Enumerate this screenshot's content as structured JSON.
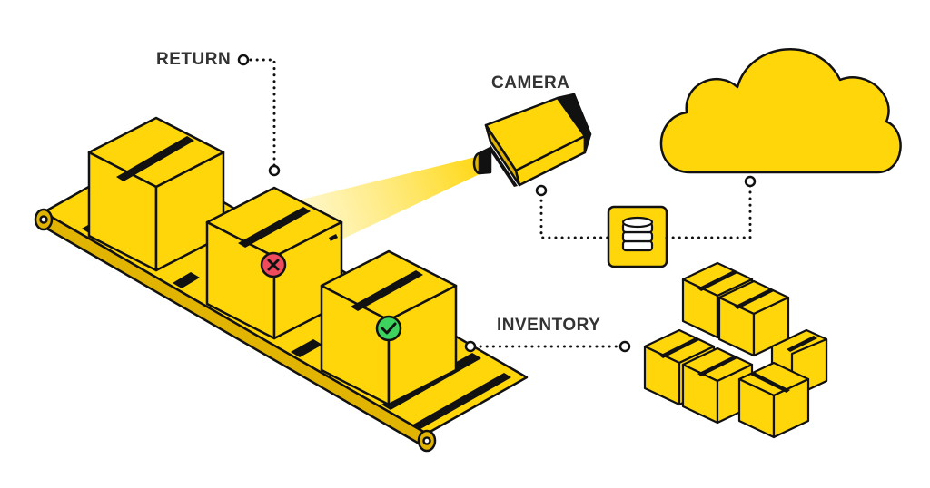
{
  "labels": {
    "return": "RETURN",
    "camera": "CAMERA",
    "inventory": "INVENTORY"
  },
  "icons": {
    "reject": "x-mark-icon",
    "accept": "check-mark-icon",
    "database": "database-icon",
    "cloud": "cloud-icon",
    "camera": "camera-icon"
  },
  "colors": {
    "box_yellow": "#FFD60A",
    "belt_side": "#E0B400",
    "outline": "#111111",
    "label": "#333333",
    "reject_red": "#EF4B5C",
    "accept_green": "#3DD35E",
    "beam": "#FFE45C"
  }
}
